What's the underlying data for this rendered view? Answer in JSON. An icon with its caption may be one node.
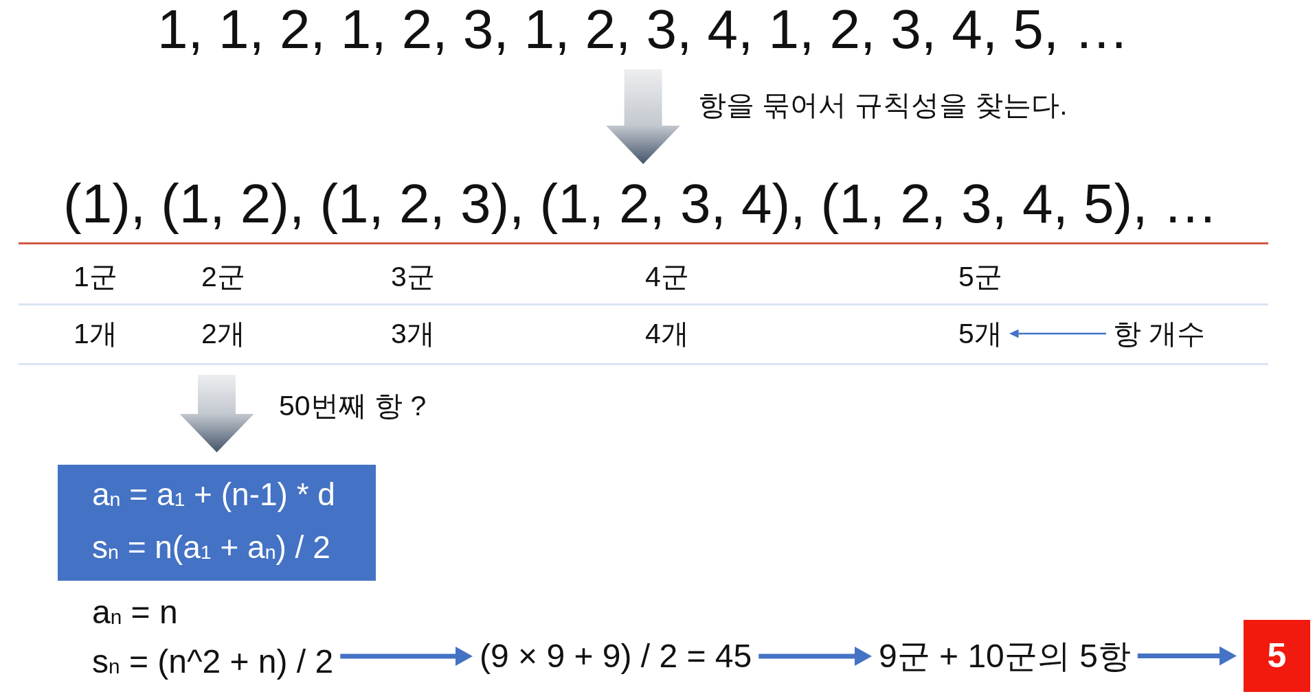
{
  "diagram": {
    "nodes": [
      {
        "text": [
          "1, 1, 2, 1, 2, 3, 1, 2, 3, 4, 1, 2, 3, 4, 5, …"
        ]
      },
      {
        "text": [
          "(1), (1, 2), (1, 2, 3), (1, 2, 3, 4), (1, 2, 3, 4, 5), …"
        ]
      },
      {
        "text": [
          "5개"
        ]
      },
      {
        "text": [
          "항 개수"
        ]
      },
      {
        "text": [
          "a$_{n}$ = a$_{1}$ + (n-1) * d",
          "s$_{n}$ = n(a$_{1}$ + a$_{n}$) / 2"
        ]
      },
      {
        "text": [
          "a$_{n}$ = n",
          "s$_{n}$ = (n^2 + n) / 2"
        ]
      },
      {
        "text": [
          "(9 × 9 + 9) / 2 = 45"
        ]
      },
      {
        "text": [
          "9군 + 10군의 5항"
        ]
      },
      {
        "text": [
          "5"
        ]
      }
    ],
    "edges": [
      {
        "from": 0,
        "to": 1,
        "arrow": "to",
        "label": "항을 묶어서 규칙성을 찾는다.",
        "style": "thick",
        "color": "#44546a"
      },
      {
        "from": 3,
        "to": 2,
        "arrow": "to"
      },
      {
        "from": null,
        "to": 4,
        "arrow": "to",
        "label": "50번째 항 ?",
        "style": "thick",
        "color": "#44546a"
      },
      {
        "from": 5,
        "to": 6,
        "arrow": "to"
      },
      {
        "from": 6,
        "to": 7,
        "arrow": "to"
      },
      {
        "from": 7,
        "to": 8,
        "arrow": "to"
      }
    ],
    "labels": [
      "1군",
      "2군",
      "3군",
      "4군",
      "5군",
      "1개",
      "2개",
      "3개",
      "4개"
    ]
  }
}
